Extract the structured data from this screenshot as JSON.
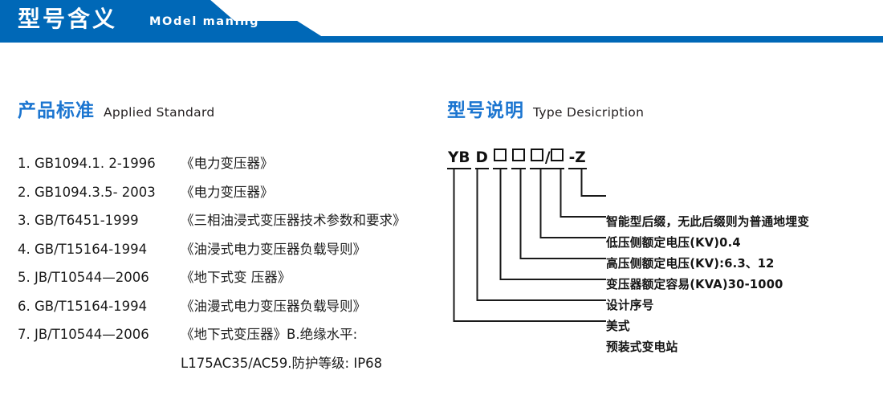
{
  "header": {
    "title": "型号含义",
    "subtitle": "MOdel maning",
    "bar_color": "#0068b7"
  },
  "sections": {
    "standard": {
      "cn": "产品标准",
      "en": "Applied Standard"
    },
    "type": {
      "cn": "型号说明",
      "en": "Type Desicription"
    }
  },
  "standards": [
    {
      "code": "1. GB1094.1. 2-1996",
      "name": "《电力变压器》"
    },
    {
      "code": "2. GB1094.3.5- 2003",
      "name": "《电力变压器》"
    },
    {
      "code": "3. GB/T6451-1999",
      "name": "《三相油浸式变压器技术参数和要求》"
    },
    {
      "code": "4. GB/T15164-1994",
      "name": "《油浸式电力变压器负载导则》"
    },
    {
      "code": "5. JB/T10544—2006",
      "name": "《地下式变 压器》"
    },
    {
      "code": "6. GB/T15164-1994",
      "name": "《油漫式电力变压器负载导则》"
    },
    {
      "code": "7. JB/T10544—2006",
      "name": "《地下式变压器》B.绝缘水平:"
    },
    {
      "code": "",
      "name": "L175AC35/AC59.防护等级: IP68",
      "continuation": true
    }
  ],
  "type_code": {
    "segments": [
      {
        "text": "YB",
        "kind": "text"
      },
      {
        "text": "D",
        "kind": "text"
      },
      {
        "text": "□",
        "kind": "box"
      },
      {
        "text": "□",
        "kind": "box"
      },
      {
        "text": "□",
        "kind": "box"
      },
      {
        "text": "/□",
        "kind": "box"
      },
      {
        "text": "-Z",
        "kind": "text"
      }
    ],
    "display": "YB D □□□/□ -Z"
  },
  "type_labels": [
    "智能型后缀，无此后缀则为普通地埋变",
    "低压侧额定电压(KV)0.4",
    "高压侧额定电压(KV):6.3、12",
    "变压器额定容易(KVA)30-1000",
    "设计序号",
    "美式",
    "预装式变电站"
  ],
  "colors": {
    "brand_blue": "#0068b7",
    "heading_blue": "#1b75d0",
    "text": "#1a1a1a",
    "line": "#111111"
  }
}
